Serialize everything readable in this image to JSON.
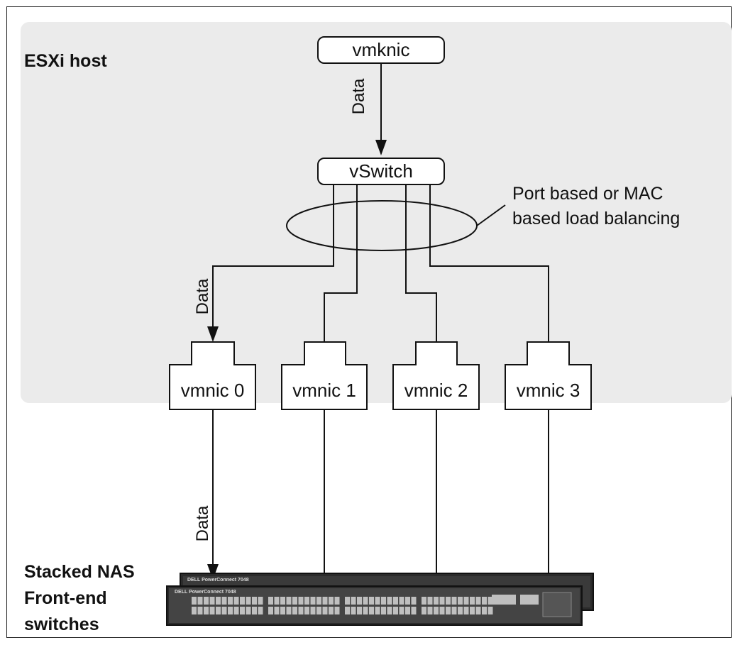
{
  "host": {
    "title": "ESXi host"
  },
  "nodes": {
    "vmknic": "vmknic",
    "vswitch": "vSwitch"
  },
  "vmnics": [
    {
      "label": "vmnic 0",
      "carries_data": true
    },
    {
      "label": "vmnic 1",
      "carries_data": false
    },
    {
      "label": "vmnic 2",
      "carries_data": false
    },
    {
      "label": "vmnic 3",
      "carries_data": false
    }
  ],
  "flow_labels": {
    "vmknic_to_vswitch": "Data",
    "vswitch_to_vmnic0": "Data",
    "vmnic0_to_switch": "Data"
  },
  "load_balancing_note": {
    "line1": "Port based or MAC",
    "line2": "based load balancing"
  },
  "switches": {
    "label_line1": "Stacked NAS",
    "label_line2": "Front-end",
    "label_line3": "switches",
    "brand": "DELL",
    "model": "PowerConnect 7048"
  },
  "colors": {
    "host_bg": "#ebebeb",
    "line": "#111111",
    "switch_body": "#2b2b2b",
    "switch_port": "#bfbfbf"
  }
}
